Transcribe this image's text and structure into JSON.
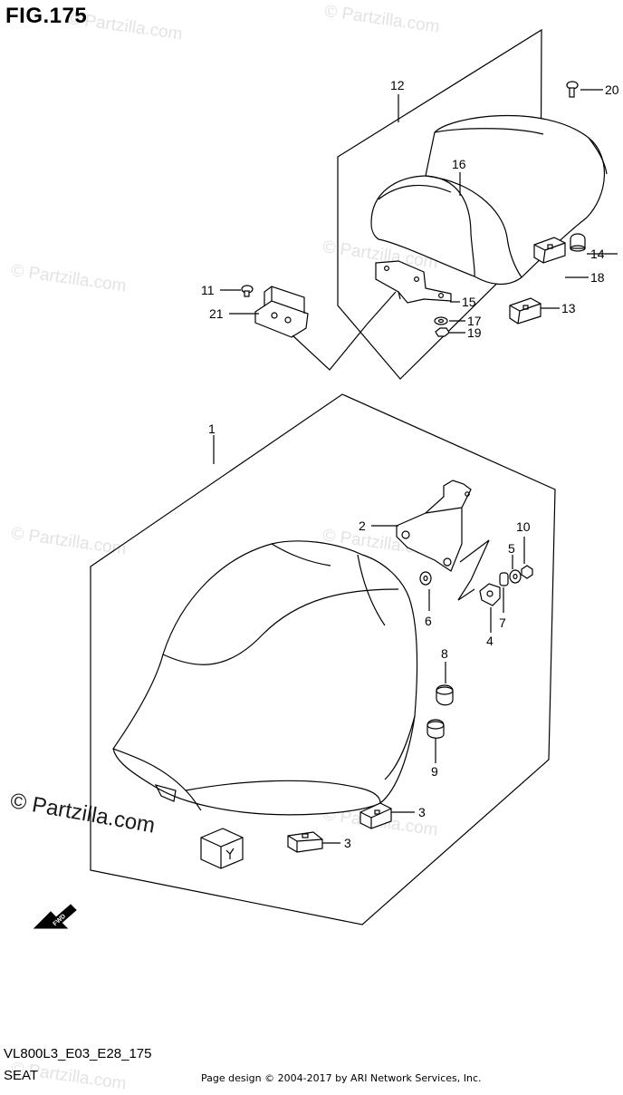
{
  "figure": {
    "title": "FIG.175"
  },
  "footer": {
    "model_code": "VL800L3_E03_E28_175",
    "section_name": "SEAT",
    "credit": "Page design © 2004-2017 by ARI Network Services, Inc."
  },
  "watermarks": {
    "small_text": "© Partzilla.com",
    "big_text": "© Partzilla.com"
  },
  "direction_badge": {
    "label": "FWD"
  },
  "callouts": {
    "c1": "1",
    "c2": "2",
    "c3a": "3",
    "c3b": "3",
    "c4": "4",
    "c5": "5",
    "c6": "6",
    "c7": "7",
    "c8": "8",
    "c9": "9",
    "c10": "10",
    "c11": "11",
    "c12": "12",
    "c13": "13",
    "c14": "14",
    "c15": "15",
    "c16": "16",
    "c17": "17",
    "c18": "18",
    "c19": "19",
    "c20": "20",
    "c21": "21"
  },
  "colors": {
    "line": "#000000",
    "watermark": "#e3e3e3",
    "background": "#ffffff"
  }
}
